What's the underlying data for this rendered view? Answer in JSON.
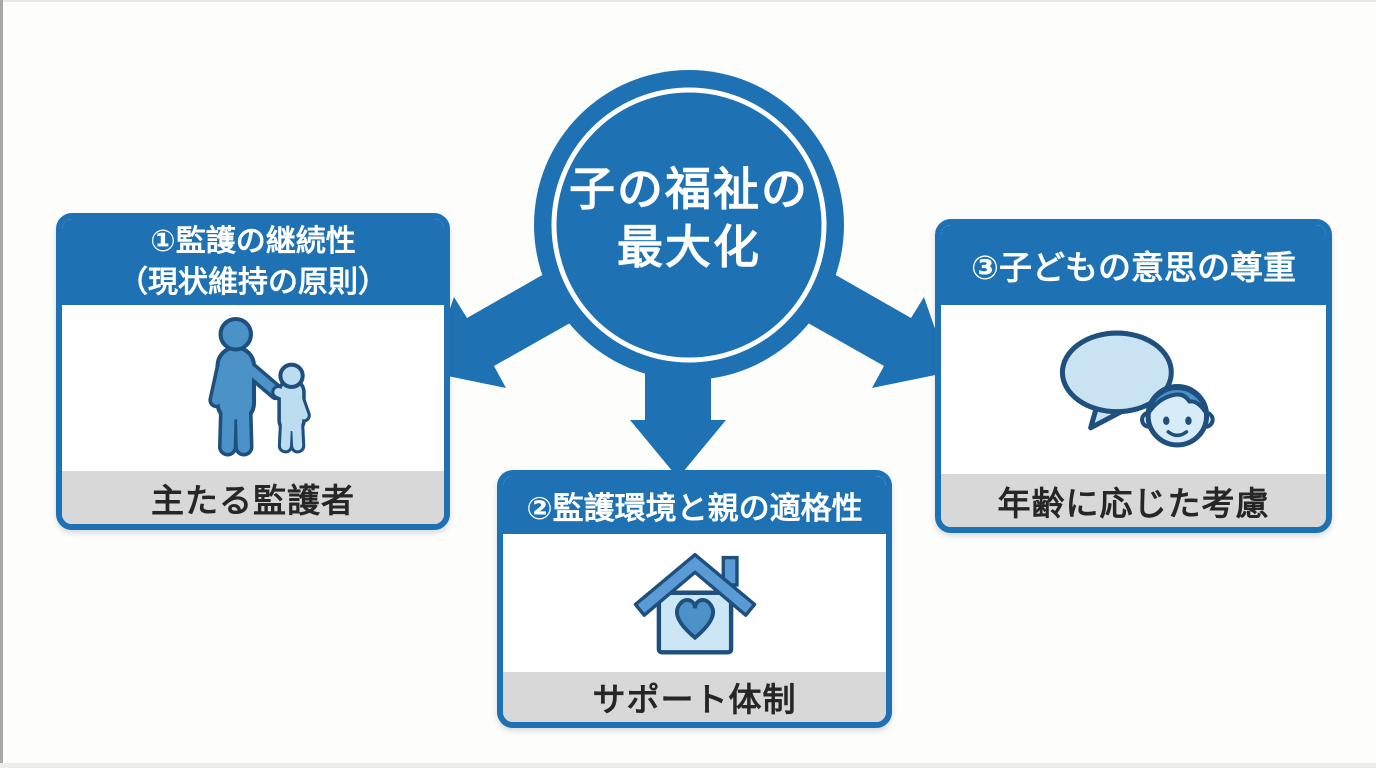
{
  "diagram": {
    "center": {
      "line1": "子の福祉の",
      "line2": "最大化"
    },
    "left_box": {
      "header_line1": "①監護の継続性",
      "header_line2": "（現状維持の原則）",
      "icon": "parent-child-icon",
      "footer": "主たる監護者"
    },
    "bottom_box": {
      "header": "②監護環境と親の適格性",
      "icon": "house-heart-icon",
      "footer": "サポート体制"
    },
    "right_box": {
      "header": "③子どもの意思の尊重",
      "icon": "speech-bubble-child-icon",
      "footer": "年齢に応じた考慮"
    },
    "colors": {
      "primary_blue": "#1e72b4",
      "outline_navy": "#1e4f7d",
      "icon_medium_blue": "#4a92c8",
      "icon_light_blue": "#bcdcef",
      "footer_gray": "#d8d8d8",
      "footer_text": "#262626"
    }
  }
}
